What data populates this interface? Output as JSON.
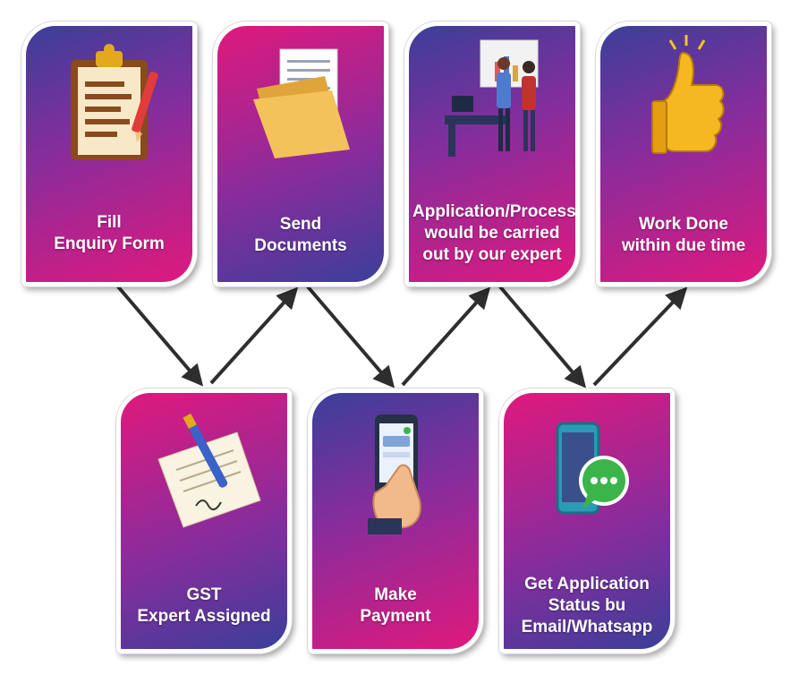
{
  "steps_top": [
    {
      "label": "Fill\nEnquiry Form",
      "icon": "clipboard-form-icon"
    },
    {
      "label": "Send\nDocuments",
      "icon": "folder-documents-icon"
    },
    {
      "label": "Application/Process\nwould be carried\nout by our expert",
      "icon": "expert-meeting-icon"
    },
    {
      "label": "Work Done\nwithin due time",
      "icon": "thumbs-up-icon"
    }
  ],
  "steps_bottom": [
    {
      "label": "GST\nExpert Assigned",
      "icon": "signing-document-icon"
    },
    {
      "label": "Make\nPayment",
      "icon": "mobile-payment-icon"
    },
    {
      "label": "Get Application\nStatus bu\nEmail/Whatsapp",
      "icon": "phone-chat-icon"
    }
  ],
  "colors": {
    "pink": "#e0197d",
    "purple": "#8a2c9c",
    "indigo": "#3b3f9a",
    "arrow": "#333333"
  }
}
